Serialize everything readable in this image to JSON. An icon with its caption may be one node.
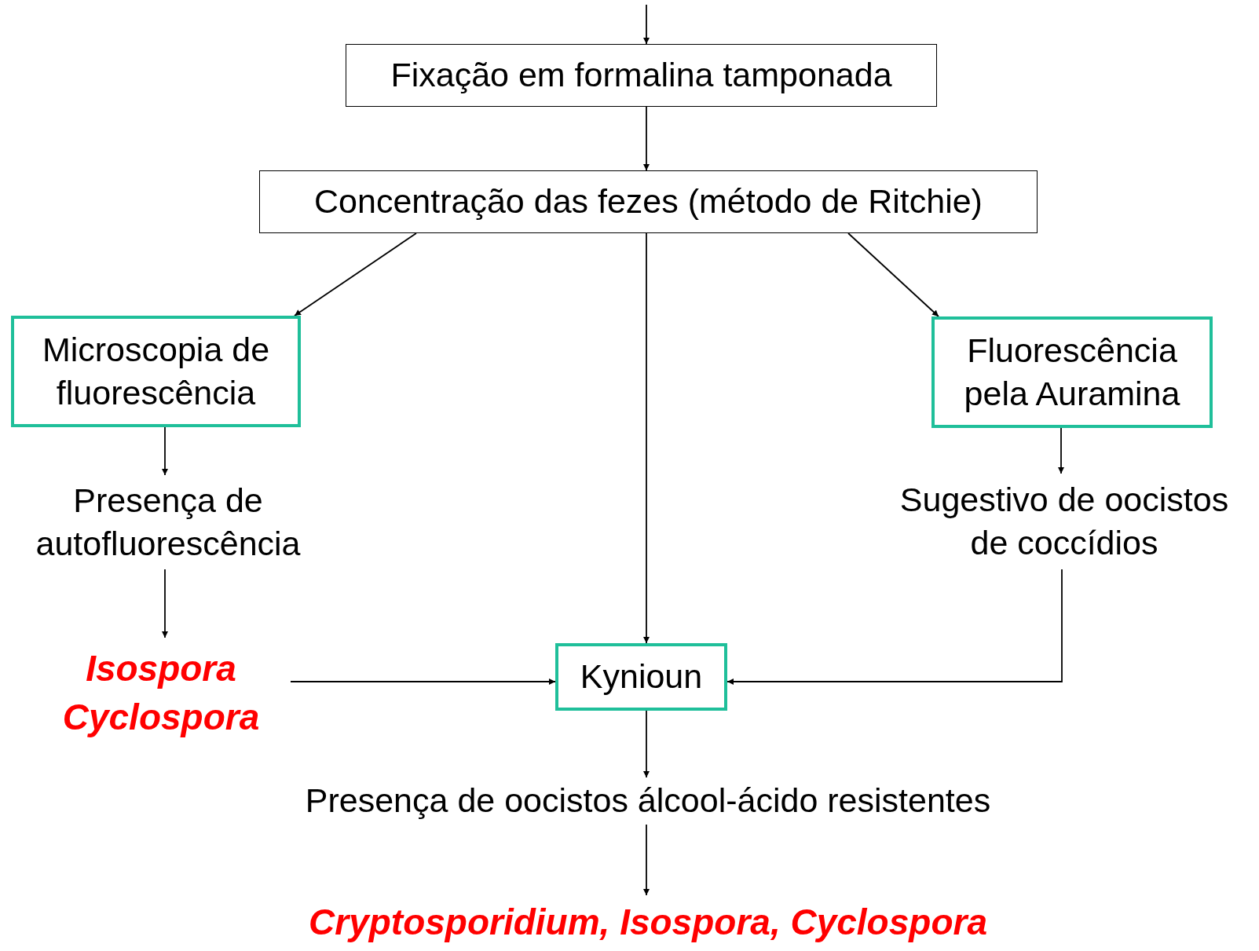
{
  "diagram": {
    "nodes": [
      {
        "text": [
          "Fixação em formalina tamponada"
        ]
      },
      {
        "text": [
          "Concentração das fezes (método de Ritchie)"
        ]
      },
      {
        "text": [
          "Microscopia de fluorescência"
        ]
      },
      {
        "text": [
          "Fluorescência pela Auramina"
        ]
      },
      {
        "text": [
          "Presença de autofluorescência"
        ]
      },
      {
        "text": [
          "Sugestivo de oocistos de coccídios"
        ]
      },
      {
        "text": [
          "Isospora Cyclospora"
        ]
      },
      {
        "text": [
          "Kynioun"
        ]
      },
      {
        "text": [
          "Presença de oocistos álcool-ácido resistentes"
        ]
      },
      {
        "text": [
          "Cryptosporidium, Isospora, Cyclospora"
        ]
      }
    ],
    "edges": [
      {
        "from": null,
        "to": 0,
        "arrow": "to"
      },
      {
        "from": 0,
        "to": 1,
        "arrow": "to"
      },
      {
        "from": 1,
        "to": 2,
        "arrow": "to"
      },
      {
        "from": 1,
        "to": 7,
        "arrow": "to"
      },
      {
        "from": 1,
        "to": 3,
        "arrow": "to"
      },
      {
        "from": 2,
        "to": 4,
        "arrow": "to"
      },
      {
        "from": 4,
        "to": 6,
        "arrow": "to"
      },
      {
        "from": 6,
        "to": 7,
        "arrow": "to"
      },
      {
        "from": 5,
        "to": 7,
        "arrow": "to"
      },
      {
        "from": 3,
        "to": 5,
        "arrow": "to"
      },
      {
        "from": 7,
        "to": 8,
        "arrow": "to"
      },
      {
        "from": 8,
        "to": 9,
        "arrow": "to"
      }
    ]
  }
}
